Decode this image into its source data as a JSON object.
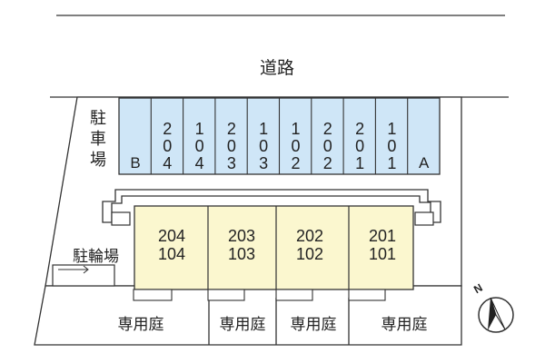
{
  "road_label": "道路",
  "parking_label": "駐\n車\n場",
  "parking_spaces": [
    {
      "label": "B"
    },
    {
      "label": "2\n0\n4"
    },
    {
      "label": "1\n0\n4"
    },
    {
      "label": "2\n0\n3"
    },
    {
      "label": "1\n0\n3"
    },
    {
      "label": "1\n0\n2"
    },
    {
      "label": "2\n0\n2"
    },
    {
      "label": "2\n0\n1"
    },
    {
      "label": "1\n0\n1"
    },
    {
      "label": "A"
    }
  ],
  "bicycle_parking_label": "駐輪場",
  "units": [
    {
      "label": "204\n104"
    },
    {
      "label": "203\n103"
    },
    {
      "label": "202\n102"
    },
    {
      "label": "201\n101"
    }
  ],
  "private_gardens": [
    "専用庭",
    "専用庭",
    "専用庭",
    "専用庭"
  ],
  "compass_label": "N",
  "colors": {
    "parking_fill": "#cfe6f7",
    "building_fill": "#fbf7cf",
    "line": "#333333"
  }
}
